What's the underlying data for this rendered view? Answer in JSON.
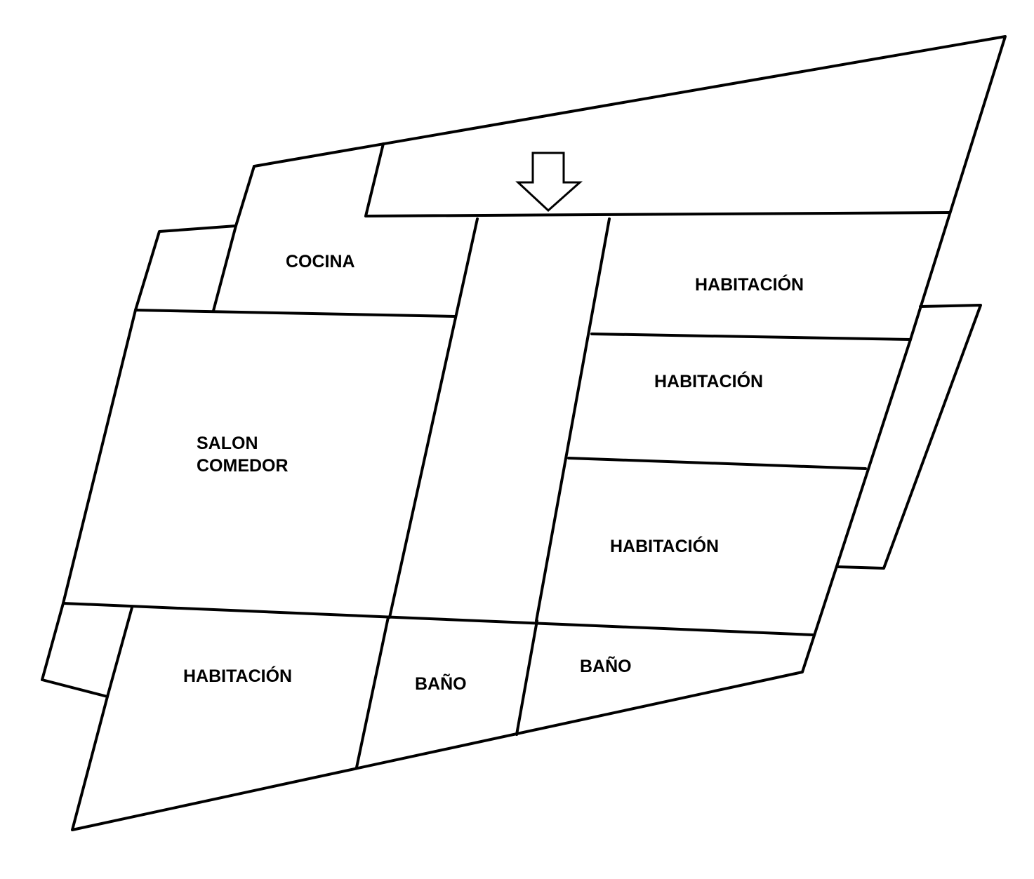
{
  "rooms": {
    "cocina": "COCINA",
    "salon_line1": "SALON",
    "salon_line2": "COMEDOR",
    "habitacion_1": "HABITACIÓN",
    "habitacion_2": "HABITACIÓN",
    "habitacion_3": "HABITACIÓN",
    "habitacion_4": "HABITACIÓN",
    "bano_1": "BAÑO",
    "bano_2": "BAÑO"
  },
  "colors": {
    "line": "#000000",
    "background": "#ffffff"
  }
}
